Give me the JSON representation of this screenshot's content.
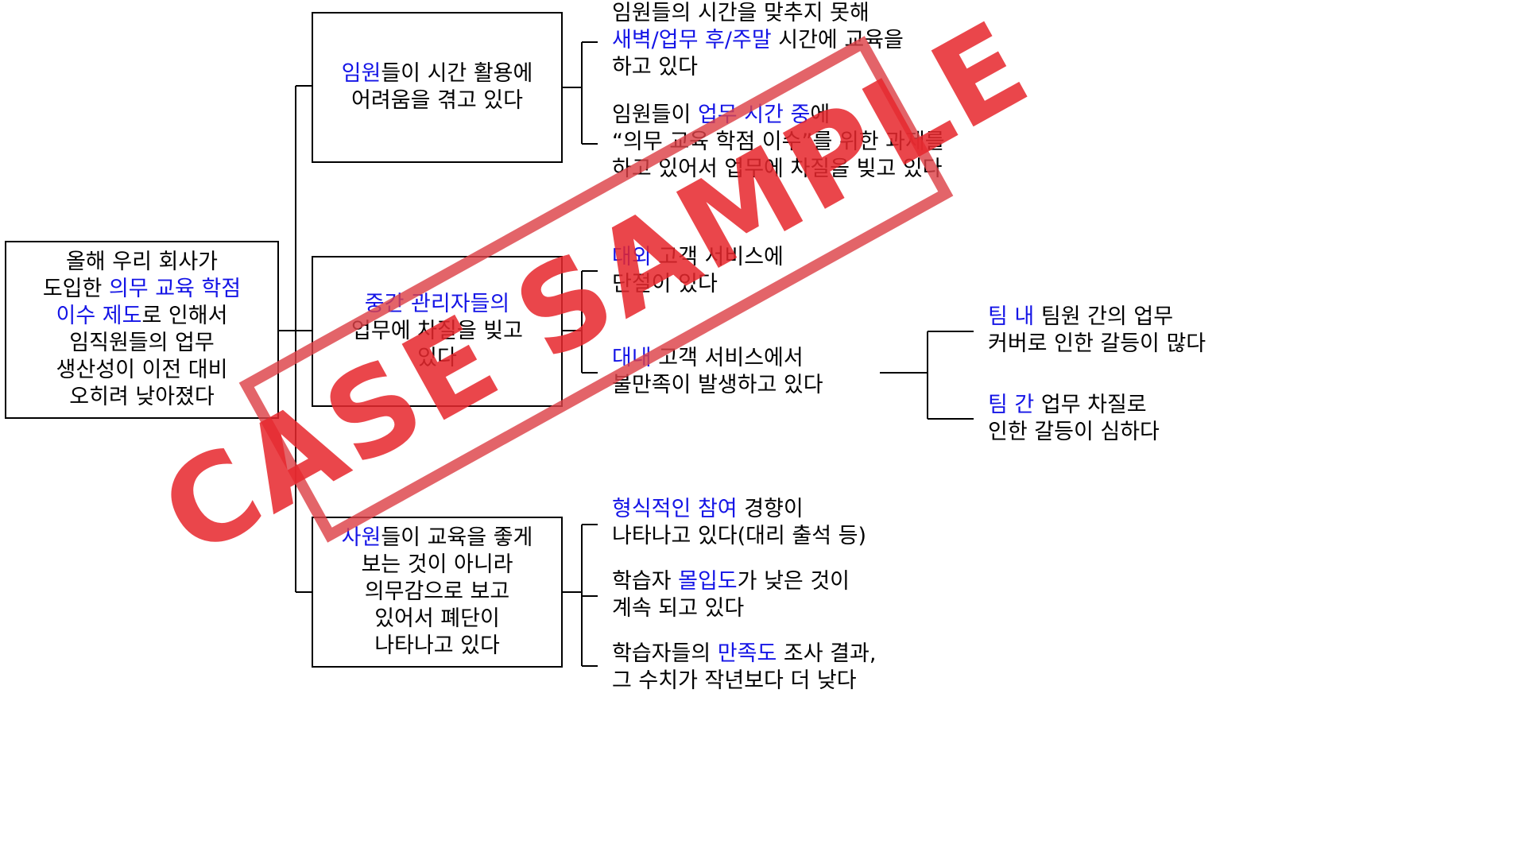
{
  "root": {
    "lines": [
      [
        {
          "t": "올해 우리 회사가"
        }
      ],
      [
        {
          "t": "도입한 "
        },
        {
          "t": "의무 교육 학점",
          "hl": true
        }
      ],
      [
        {
          "t": "이수 제도",
          "hl": true
        },
        {
          "t": "로 인해서"
        }
      ],
      [
        {
          "t": "임직원들의 업무"
        }
      ],
      [
        {
          "t": "생산성이 이전 대비"
        }
      ],
      [
        {
          "t": "오히려 낮아졌다"
        }
      ]
    ]
  },
  "branches": [
    {
      "lines": [
        [
          {
            "t": "임원",
            "hl": true
          },
          {
            "t": "들이 시간 활용에"
          }
        ],
        [
          {
            "t": "어려움을 겪고 있다"
          }
        ]
      ]
    },
    {
      "lines": [
        [
          {
            "t": "중간 관리자들의",
            "hl": true
          }
        ],
        [
          {
            "t": "업무에 차질을 빚고"
          }
        ],
        [
          {
            "t": "있다"
          }
        ]
      ]
    },
    {
      "lines": [
        [
          {
            "t": "사원",
            "hl": true
          },
          {
            "t": "들이 교육을 좋게"
          }
        ],
        [
          {
            "t": "보는 것이 아니라"
          }
        ],
        [
          {
            "t": "의무감으로 보고"
          }
        ],
        [
          {
            "t": "있어서 폐단이"
          }
        ],
        [
          {
            "t": "나타나고 있다"
          }
        ]
      ]
    }
  ],
  "details": [
    {
      "lines": [
        [
          {
            "t": "임원들의 시간을 맞추지 못해"
          }
        ],
        [
          {
            "t": "새벽/업무 후/주말",
            "hl": true
          },
          {
            "t": " 시간에 교육을"
          }
        ],
        [
          {
            "t": "하고 있다"
          }
        ]
      ]
    },
    {
      "lines": [
        [
          {
            "t": "임원들이 "
          },
          {
            "t": "업무 시간 중",
            "hl": true
          },
          {
            "t": "에"
          }
        ],
        [
          {
            "t": " “의무 교육 학점 이수”를 위한 과제를"
          }
        ],
        [
          {
            "t": "하고 있어서 업무에 차질을 빚고 있다"
          }
        ]
      ]
    },
    {
      "lines": [
        [
          {
            "t": "대외",
            "hl": true
          },
          {
            "t": " 고객 서비스에"
          }
        ],
        [
          {
            "t": "단절이 있다"
          }
        ]
      ]
    },
    {
      "lines": [
        [
          {
            "t": "대내",
            "hl": true
          },
          {
            "t": " 고객 서비스에서"
          }
        ],
        [
          {
            "t": "불만족이 발생하고 있다"
          }
        ]
      ]
    },
    {
      "lines": [
        [
          {
            "t": "형식적인 참여",
            "hl": true
          },
          {
            "t": " 경향이"
          }
        ],
        [
          {
            "t": "나타나고 있다(대리 출석 등)"
          }
        ]
      ]
    },
    {
      "lines": [
        [
          {
            "t": "학습자 "
          },
          {
            "t": "몰입도",
            "hl": true
          },
          {
            "t": "가 낮은 것이"
          }
        ],
        [
          {
            "t": "계속 되고 있다"
          }
        ]
      ]
    },
    {
      "lines": [
        [
          {
            "t": "학습자들의 "
          },
          {
            "t": "만족도",
            "hl": true
          },
          {
            "t": " 조사 결과,"
          }
        ],
        [
          {
            "t": "그 수치가 작년보다 더 낮다"
          }
        ]
      ]
    }
  ],
  "subdetails": [
    {
      "lines": [
        [
          {
            "t": "팀 내",
            "hl": true
          },
          {
            "t": " 팀원 간의 업무"
          }
        ],
        [
          {
            "t": "커버로 인한 갈등이 많다"
          }
        ]
      ]
    },
    {
      "lines": [
        [
          {
            "t": "팀 간",
            "hl": true
          },
          {
            "t": " 업무 차질로"
          }
        ],
        [
          {
            "t": "인한 갈등이 심하다"
          }
        ]
      ]
    }
  ],
  "stamp": {
    "text": "CASE SAMPLE",
    "color": "#e32a2f"
  },
  "colors": {
    "highlight": "#1414e6",
    "text": "#000000",
    "line": "#000000"
  }
}
